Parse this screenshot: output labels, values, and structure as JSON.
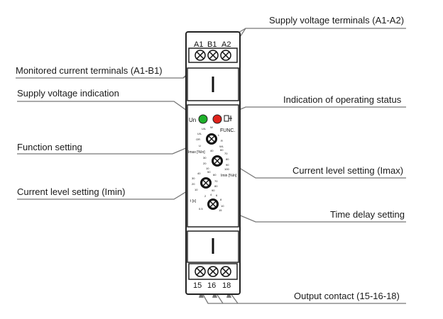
{
  "labels": {
    "supply_voltage_terminals": "Supply voltage terminals (A1-A2)",
    "monitored_current_terminals": "Monitored current terminals (A1-B1)",
    "supply_voltage_indication": "Supply voltage indication",
    "indication_operating_status": "Indication of operating status",
    "function_setting": "Function setting",
    "current_level_imax": "Current level setting (Imax)",
    "current_level_imin": "Current level setting (Imin)",
    "time_delay_setting": "Time delay setting",
    "output_contact": "Output contact (15-16-18)"
  },
  "device": {
    "top_terminals": [
      "A1",
      "B1",
      "A2"
    ],
    "bottom_terminals": [
      "15",
      "16",
      "18"
    ],
    "led_un_label": "Un",
    "func_label": "FUNC.",
    "imax_label": "Imax [%In]",
    "imin_label": "Imin [%In]",
    "t_label": "t [s]",
    "led_colors": {
      "un": "#1fb12b",
      "status": "#e0231c"
    }
  }
}
